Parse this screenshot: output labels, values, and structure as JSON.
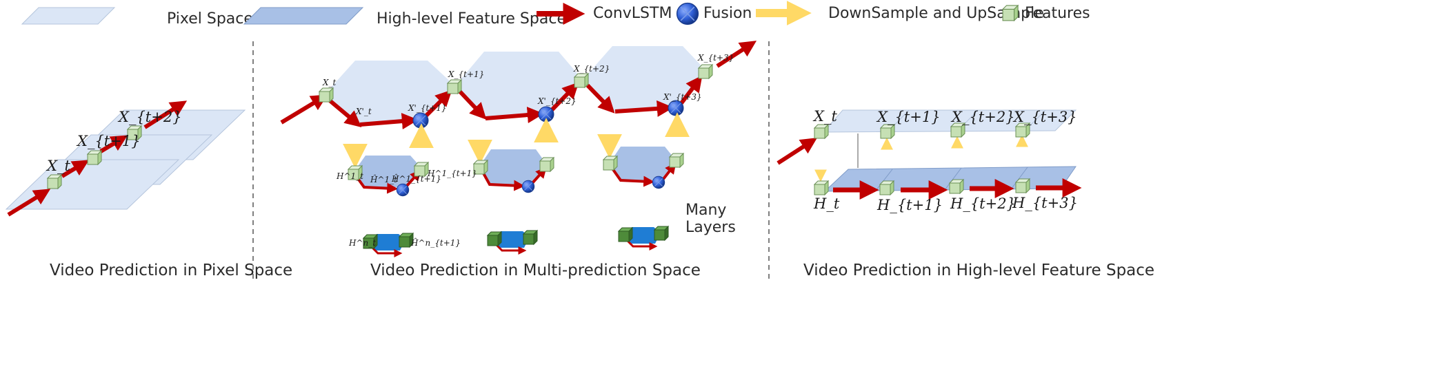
{
  "legend": {
    "pixel_space": "Pixel Space",
    "feature_space": "High-level Feature Space",
    "convlstm": "ConvLSTM",
    "fusion": "Fusion",
    "down_up": "DownSample and UpSample",
    "features": "Features"
  },
  "captions": {
    "left": "Video Prediction in Pixel Space",
    "middle": "Video Prediction in Multi-prediction Space",
    "right": "Video Prediction in High-level Feature Space"
  },
  "left_panel": {
    "labels": [
      "X_t",
      "X_{t+1}",
      "X_{t+2}"
    ]
  },
  "middle_panel": {
    "top_labels": [
      "X_t",
      "X_{t+1}",
      "X_{t+2}",
      "X_{t+3}"
    ],
    "fusion_labels": [
      "X'_t",
      "X'_{t+1}",
      "X'_{t+2}",
      "X'_{t+3}"
    ],
    "mid_labels": [
      "H^1_t",
      "Ĥ^1_t",
      "Ĥ^1_{t+1}",
      "H^1_{t+1}"
    ],
    "bottom_labels": [
      "H^n_t",
      "Ĥ^n_{t+1}"
    ],
    "many_layers": "Many\nLayers",
    "many_layers_line1": "Many",
    "many_layers_line2": "Layers"
  },
  "right_panel": {
    "top_labels": [
      "X_t",
      "X_{t+1}",
      "X_{t+2}",
      "X_{t+3}"
    ],
    "bottom_labels": [
      "H_t",
      "H_{t+1}",
      "H_{t+2}",
      "H_{t+3}"
    ]
  },
  "colors": {
    "pixel_plane": "#dbe6f6",
    "feature_plane": "#a8c0e6",
    "convlstm_arrow": "#c00000",
    "fusion": "#2f5fd6",
    "down_up_arrow": "#ffd966",
    "feature_cube": "#c6e0b4",
    "deep_feature": "#1f7dd4",
    "deep_cube": "#4e8b3a"
  }
}
